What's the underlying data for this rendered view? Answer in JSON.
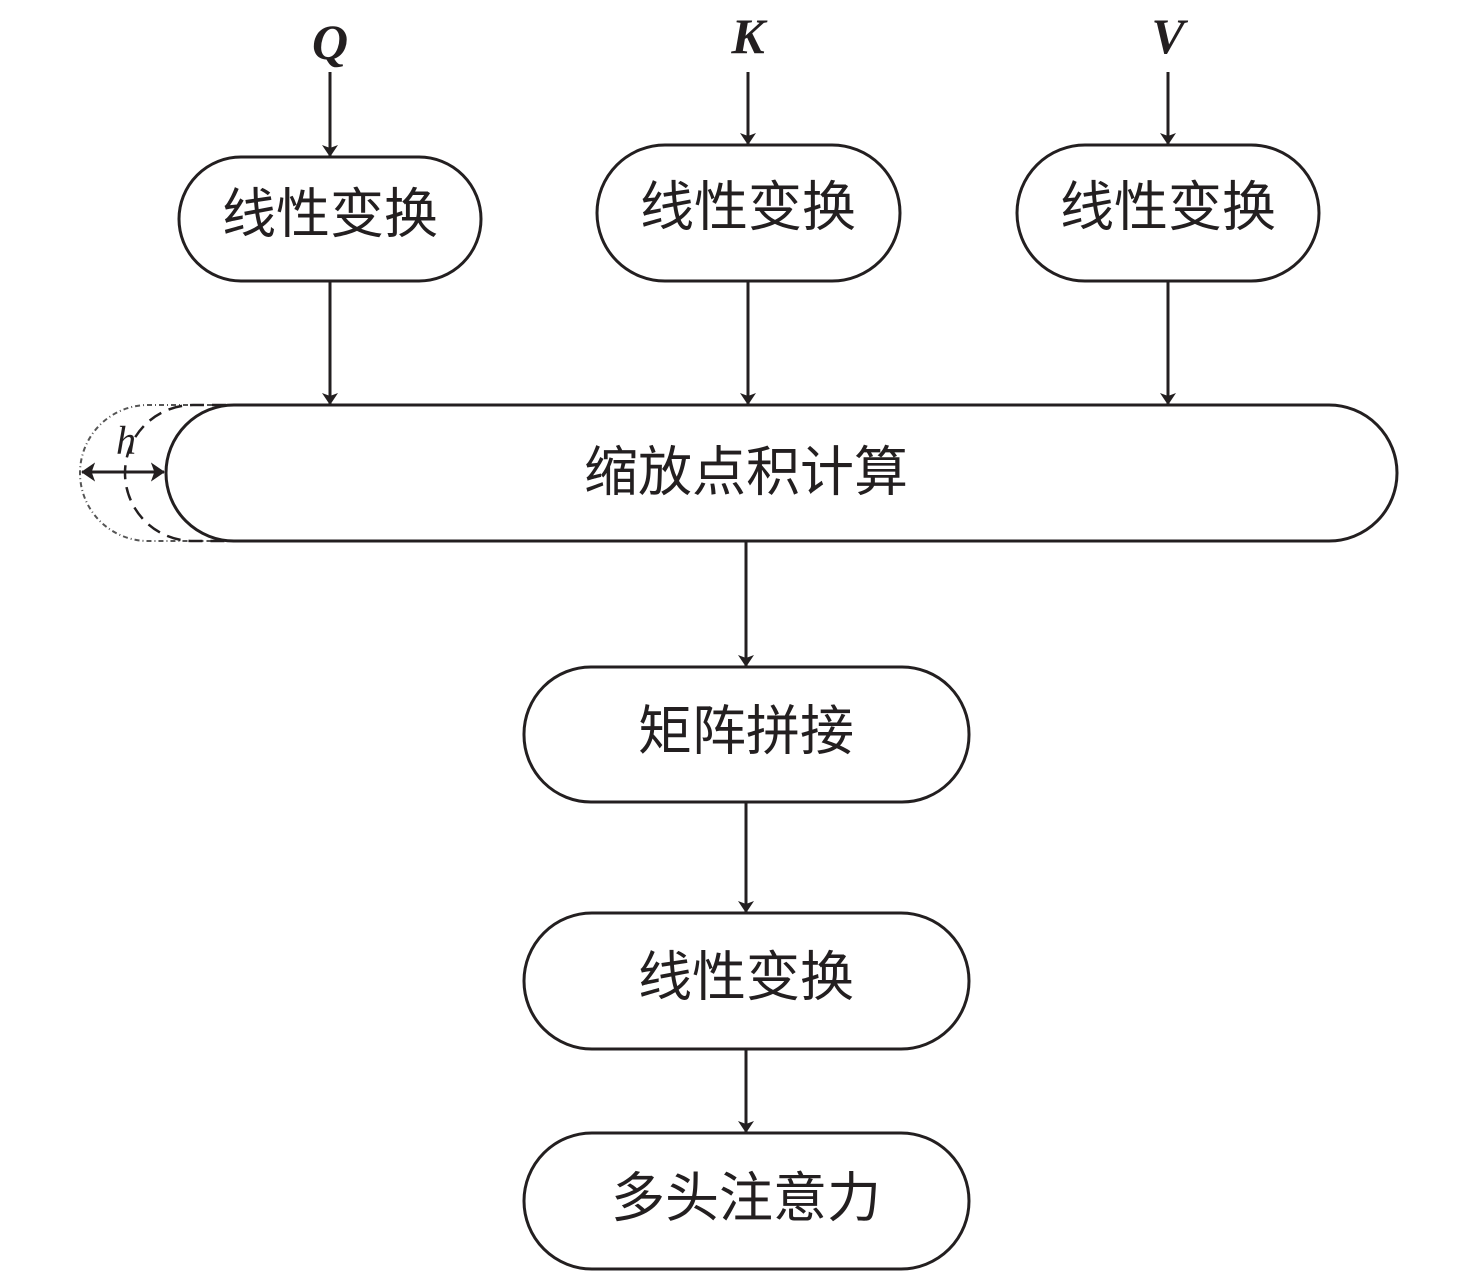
{
  "diagram": {
    "inputs": [
      {
        "id": "q",
        "label": "Q"
      },
      {
        "id": "k",
        "label": "K"
      },
      {
        "id": "v",
        "label": "V"
      }
    ],
    "nodes": {
      "linear_q": "线性变换",
      "linear_k": "线性变换",
      "linear_v": "线性变换",
      "scaled_dot": "缩放点积计算",
      "concat": "矩阵拼接",
      "linear_out": "线性变换",
      "multihead": "多头注意力"
    },
    "heads_label": "h",
    "colors": {
      "stroke": "#231f20",
      "fill": "#ffffff",
      "text": "#231f20"
    }
  }
}
